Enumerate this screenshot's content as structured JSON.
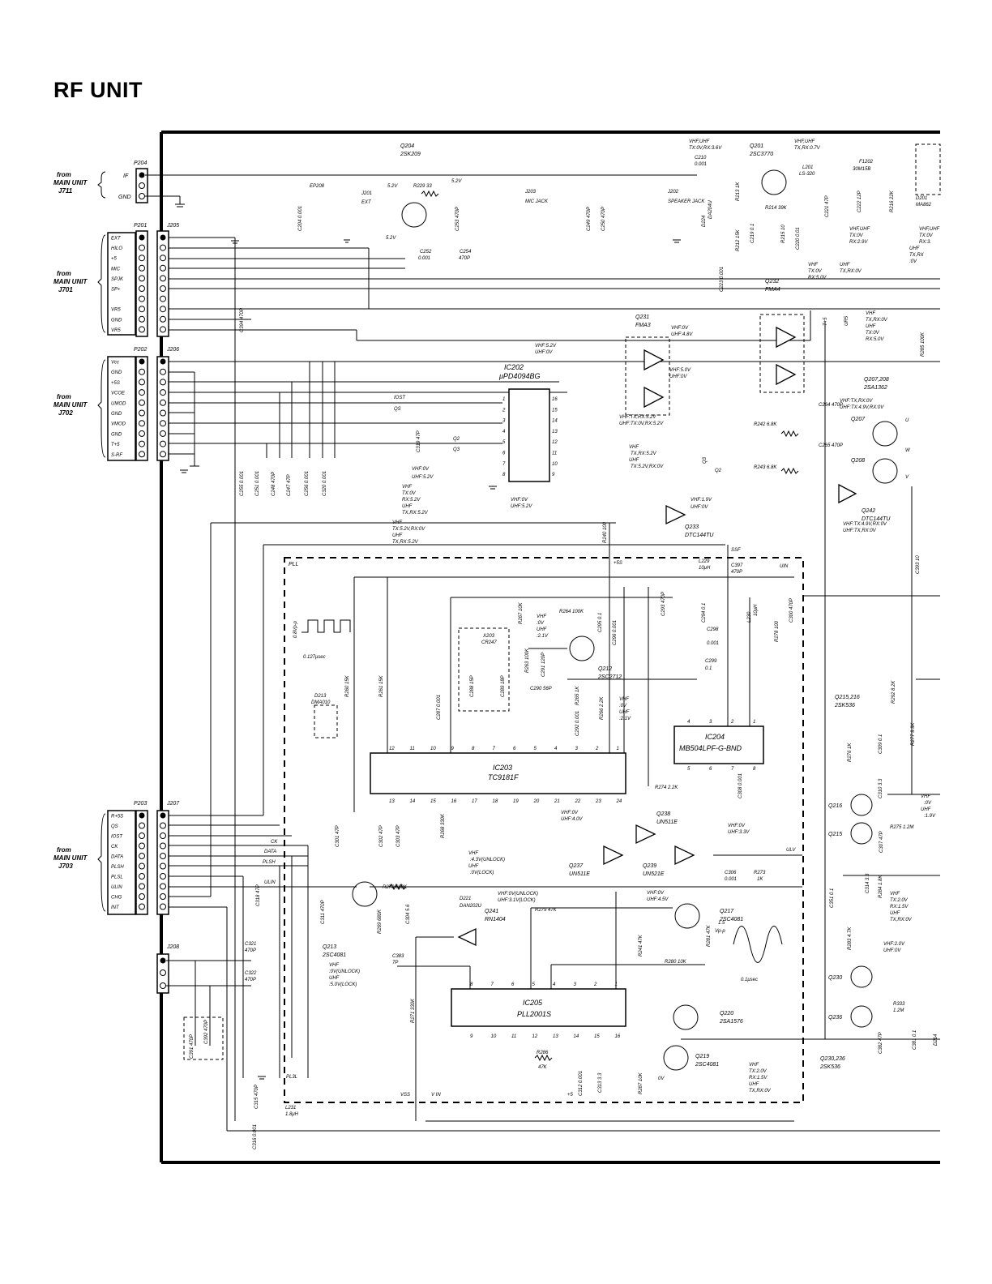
{
  "title": "RF UNIT",
  "connectors": {
    "p204": {
      "name": "P204",
      "from": "from",
      "unit": "MAIN UNIT",
      "jack": "J711",
      "pins": [
        "IF",
        "GND"
      ]
    },
    "p201": {
      "name": "P201",
      "mate": "J205",
      "from": "from",
      "unit": "MAIN UNIT",
      "jack": "J701",
      "pins": [
        "EXT",
        "HILO",
        "+5",
        "MIC",
        "SPJK",
        "SP+",
        "",
        "VR5",
        "GND",
        "VR5"
      ]
    },
    "p202": {
      "name": "P202",
      "mate": "J206",
      "from": "from",
      "unit": "MAIN UNIT",
      "jack": "J702",
      "pins": [
        "Vcc",
        "GND",
        "+5S",
        "VCOE",
        "UMOD",
        "GND",
        "VMOD",
        "GND",
        "T+5",
        "S-RF"
      ]
    },
    "p203": {
      "name": "P203",
      "mate": "J207",
      "from": "from",
      "unit": "MAIN UNIT",
      "jack": "J703",
      "pins": [
        "R+5S",
        "QS",
        "IOST",
        "CK",
        "DATA",
        "PLSH",
        "PLSL",
        "ULIN",
        "CHG",
        "INT"
      ]
    },
    "j208": {
      "name": "J208"
    }
  },
  "ics": {
    "ic202": {
      "ref": "IC202",
      "part": "μPD4094BG",
      "pins_left": [
        "1",
        "2",
        "3",
        "4",
        "5",
        "6",
        "7",
        "8"
      ],
      "pins_right": [
        "16",
        "15",
        "14",
        "13",
        "12",
        "11",
        "10",
        "9"
      ]
    },
    "ic203": {
      "ref": "IC203",
      "part": "TC9181F",
      "pins_top": [
        "12",
        "11",
        "10",
        "9",
        "8",
        "7",
        "6",
        "5",
        "4",
        "3",
        "2",
        "1"
      ],
      "pins_bottom": [
        "13",
        "14",
        "15",
        "16",
        "17",
        "18",
        "19",
        "20",
        "21",
        "22",
        "23",
        "24"
      ]
    },
    "ic204": {
      "ref": "IC204",
      "part": "MB504LPF-G-BND",
      "pins_top": [
        "4",
        "3",
        "2",
        "1"
      ],
      "pins_bottom": [
        "5",
        "6",
        "7",
        "8"
      ]
    },
    "ic205": {
      "ref": "IC205",
      "part": "PLL2001S",
      "pins_top": [
        "8",
        "7",
        "6",
        "5",
        "4",
        "3",
        "2",
        "1"
      ],
      "pins_bottom": [
        "9",
        "10",
        "11",
        "12",
        "13",
        "14",
        "15",
        "16"
      ]
    }
  },
  "transistors": [
    {
      "ref": "Q204",
      "part": "2SK209"
    },
    {
      "ref": "Q201",
      "part": "2SC3770"
    },
    {
      "ref": "Q231",
      "part": "FMA3"
    },
    {
      "ref": "Q232",
      "part": "FMA4"
    },
    {
      "ref": "Q207,208",
      "part": "2SA1362"
    },
    {
      "ref": "Q207",
      "part": ""
    },
    {
      "ref": "Q208",
      "part": ""
    },
    {
      "ref": "Q242",
      "part": "DTC144TU"
    },
    {
      "ref": "Q233",
      "part": "DTC144TU"
    },
    {
      "ref": "Q212",
      "part": "2SC2712"
    },
    {
      "ref": "Q215,216",
      "part": "2SK536"
    },
    {
      "ref": "Q238",
      "part": "UN511E"
    },
    {
      "ref": "Q237",
      "part": "UN511E"
    },
    {
      "ref": "Q239",
      "part": "UN521E"
    },
    {
      "ref": "Q213",
      "part": "2SC4081"
    },
    {
      "ref": "Q241",
      "part": "RN1404"
    },
    {
      "ref": "Q217",
      "part": "2SC4081"
    },
    {
      "ref": "Q220",
      "part": "2SA1576"
    },
    {
      "ref": "Q219",
      "part": "2SC4081"
    },
    {
      "ref": "Q230,236",
      "part": "2SK536"
    }
  ],
  "labels": {
    "pll": "PLL",
    "plus5s": "+5S",
    "ssf": "SSF",
    "ulv": "ULV",
    "uin": "UIN",
    "vss": "VSS",
    "vin": "V IN",
    "plus5": "+5",
    "pl3l": "PL3L",
    "ck": "CK",
    "data": "DATA",
    "plsh": "PLSH",
    "ulin": "ULIN",
    "iost": "IOST",
    "qs": "QS",
    "q2": "Q2",
    "q3": "Q3",
    "mic_jack": "MIC JACK",
    "speaker_jack": "SPEAKER JACK",
    "j201": "J201",
    "ext": "EXT",
    "j203": "J203",
    "j202": "J202",
    "ep208": "EP208",
    "x203": "X203",
    "cr247": "CR247",
    "d213": "D213",
    "dma010": "DMA010",
    "d221": "D221",
    "dan202u": "DAN202U",
    "d224": "D224",
    "da204u": "DA204U",
    "d201": "D201",
    "ma862": "MA862",
    "f1202": "F1202",
    "f1202_val": "30M15B",
    "l201": "L201",
    "l201_val": "LS-320",
    "l229": "L229",
    "l229_val": "10μH",
    "l230": "L230",
    "l230_val": "10μH",
    "l231": "L231",
    "l231_val": "1.8μH",
    "tp": "T+5",
    "ur5": "UR5"
  },
  "components": {
    "c204": "C204 0.001",
    "r229": "R229 33",
    "v52a": "5.2V",
    "v52b": "5.2V",
    "v52c": "5.2V",
    "c252": "C252",
    "c252v": "0.001",
    "c253": "C253 470P",
    "c254": "C254",
    "c254v": "470P",
    "c249": "C249 470P",
    "c250": "C250 470P",
    "c210": "C210",
    "c210v": "0.001",
    "r213": "R213 1K",
    "r214": "R214 39K",
    "r212": "R212 15K",
    "c219": "C219 0.1",
    "r215": "R215 10",
    "c220": "C220 0.01",
    "c221": "C221 47P",
    "c222": "C222 12P",
    "r216": "R216 22K",
    "c223": "C223 0.001",
    "c394": "C394 470P",
    "c255": "C255 0.001",
    "c251": "C251 0.001",
    "c248": "C248 470P",
    "c247": "C247 47P",
    "c256": "C256 0.001",
    "c320": "C320 0.001",
    "c319": "C319 47P",
    "r285": "R285 100K",
    "c264": "C264 470P",
    "c265": "C265 470P",
    "r242": "R242 6.8K",
    "r243": "R243 6.8K",
    "r240": "R240 100",
    "c393": "C393 10",
    "c397": "C397",
    "c397v": "470P",
    "c293": "C293 470P",
    "c294": "C294 0.1",
    "c298": "C298",
    "c298v": "0.001",
    "c299": "C299",
    "c299v": "0.1",
    "r278": "R278 100",
    "c300": "C300 470P",
    "r267": "R267 10K",
    "r264": "R264 100K",
    "c295": "C295 0.1",
    "c296": "C296 0.001",
    "c288": "C288 15P",
    "c289": "C289 18P",
    "r263": "R263 100K",
    "c291": "C291 120P",
    "c290": "C290 56P",
    "r265": "R265 1K",
    "c292": "C292 0.001",
    "r266": "R266 2.2K",
    "r260": "R260 15K",
    "r261": "R261 15K",
    "c287": "C287 0.001",
    "r274": "R274 2.2K",
    "c308": "C308 0.001",
    "r276": "R276 1K",
    "c309": "C309 0.1",
    "r277": "R277 3.3K",
    "r292": "R292 8.2K",
    "c310": "C310 3.3",
    "r275": "R275 1.2M",
    "c301": "C301 47P",
    "c302": "C302 47P",
    "c303": "C303 47P",
    "r268": "R268 330K",
    "c307": "C307 47P",
    "c306": "C306",
    "c306v": "0.001",
    "r273": "R273",
    "r273v": "1K",
    "c318": "C318 47P",
    "c311": "C311 470P",
    "r270": "R270 680K",
    "r269": "R269 680K",
    "c304": "C304 5.6",
    "r279": "R279 47K",
    "r241": "R241 47K",
    "r281": "R281 47K",
    "r280": "R280 10K",
    "c351": "C351 0.1",
    "c314": "C314 3.3",
    "r284": "R284 1.8K",
    "r283": "R283 4.7K",
    "c321": "C321",
    "c321v": "470P",
    "c322": "C322",
    "c322v": "470P",
    "c383": "C383",
    "c383v": "7P",
    "r271": "R271 330K",
    "c391": "C391 470P",
    "c392": "C392 470P",
    "c315": "C315 470P",
    "c316": "C316 0.001",
    "r286": "R286",
    "r286v": "47K",
    "c312": "C312 0.001",
    "c313": "C313 3.3",
    "r287": "R287 10K",
    "r333": "R333",
    "r333v": "1.2M",
    "c382": "C382 47P",
    "c381": "C381 0.1",
    "d214": "D214"
  },
  "voltages": {
    "q201_note1": "VHF,UHF",
    "q201_note2": "TX:0V,RX:3.6V",
    "q201_note3": "VHF,UHF",
    "q201_note4": "TX,RX:0.7V",
    "mid1": "VHF,UHF",
    "mid2": "TX:0V",
    "mid3": "RX:2.9V",
    "right1": "VHF,UHF",
    "right2": "TX:0V",
    "right3": "RX:3.",
    "right4": "UHF",
    "right5": "TX,RX",
    "right6": ":0V",
    "q232a": "VHF",
    "q232b": "TX:0V",
    "q232c": "RX:5.0V",
    "q232d": "UHF",
    "q232e": "TX,RX:0V",
    "q207a": "VHF",
    "q207b": "TX,RX:0V",
    "q207c": "UHF",
    "q207d": "TX:0V",
    "q207e": "RX:5.0V",
    "q231a": "VHF:0V",
    "q231b": "UHF:4.8V",
    "q231c": "VHF:5.0V",
    "q231d": "UHF:0V",
    "ic202a": "VHF:5.2V",
    "ic202b": "UHF:0V",
    "q264a": "VHF:TX,RX:0V",
    "q264b": "UHF:TX:4.9V,RX:0V",
    "p13a": "VHF:TX,RX:5.2V",
    "p13b": "UHF:TX:0V,RX:5.2V",
    "p12a": "VHF",
    "p12b": "TX,RX:5.2V",
    "p12c": "UHF",
    "p12d": "TX:5.2V,RX:0V",
    "l1": "VHF:0V",
    "l2": "UHF:5.2V",
    "l3": "VHF",
    "l4": "TX:0V",
    "l5": "RX:5.2V",
    "l6": "UHF",
    "l7": "TX,RX:5.2V",
    "l8": "VHF",
    "l9": "TX:5.2V,RX:0V",
    "l10": "UHF",
    "l11": "TX,RX:5.2V",
    "b1": "VHF:0V",
    "b2": "UHF:5.2V",
    "q233a": "VHF:1.9V",
    "q233b": "UHF:0V",
    "q242a": "VHF:TX:4.9V,RX:0V",
    "q242b": "UHF:TX,RX:0V",
    "q212a": "VHF",
    "q212b": ":0V",
    "q212c": "UHF",
    "q212d": ":2.1V",
    "q212e": "VHF",
    "q212f": ":0V",
    "q212g": "UHF",
    "q212h": ":2.1V",
    "q238a": "VHF:0V",
    "q238b": "UHF:4.0V",
    "ulva": "VHF:0V",
    "ulvb": "UHF:3.3V",
    "d221a": "VHF",
    "d221b": ":4.3V(UNLOCK)",
    "d221c": "UHF",
    "d221d": ":0V(LOCK)",
    "q241a": "VHF:0V(UNLOCK)",
    "q241b": "UHF:3.1V(LOCK)",
    "q217a": "VHF:0V",
    "q217b": "UHF:4.5V",
    "q213a": "VHF",
    "q213b": ":0V(UNLOCK)",
    "q213c": "UHF",
    "q213d": ":5.0V(LOCK)",
    "q219a": "VHF",
    "q219b": "TX:2.0V",
    "q219c": "RX:1.5V",
    "q219d": "UHF",
    "q219e": "TX,RX:0V",
    "q216a": "VHF",
    "q216b": ":0V",
    "q216c": "UHF",
    "q216d": ":1.9V",
    "q215a": "VHF",
    "q215b": "TX:2.0V",
    "q215c": "RX:1.5V",
    "q215d": "UHF",
    "q215e": "TX,RX:0V",
    "q230a": "VHF:2.0V",
    "q230b": "UHF:0V",
    "ov": "0V",
    "u": "U",
    "w": "W",
    "v": "V",
    "q3": "Q3",
    "q2": "Q2"
  },
  "waveforms": {
    "pulse_amp": "0.8Vp-p",
    "pulse_period": "0.127μsec",
    "sine_amp": "1.5",
    "sine_amp2": "Vp-p",
    "sine_period": "0.1μsec"
  },
  "q_labels": {
    "q216": "Q216",
    "q215": "Q215",
    "q230": "Q230",
    "q236": "Q236"
  }
}
